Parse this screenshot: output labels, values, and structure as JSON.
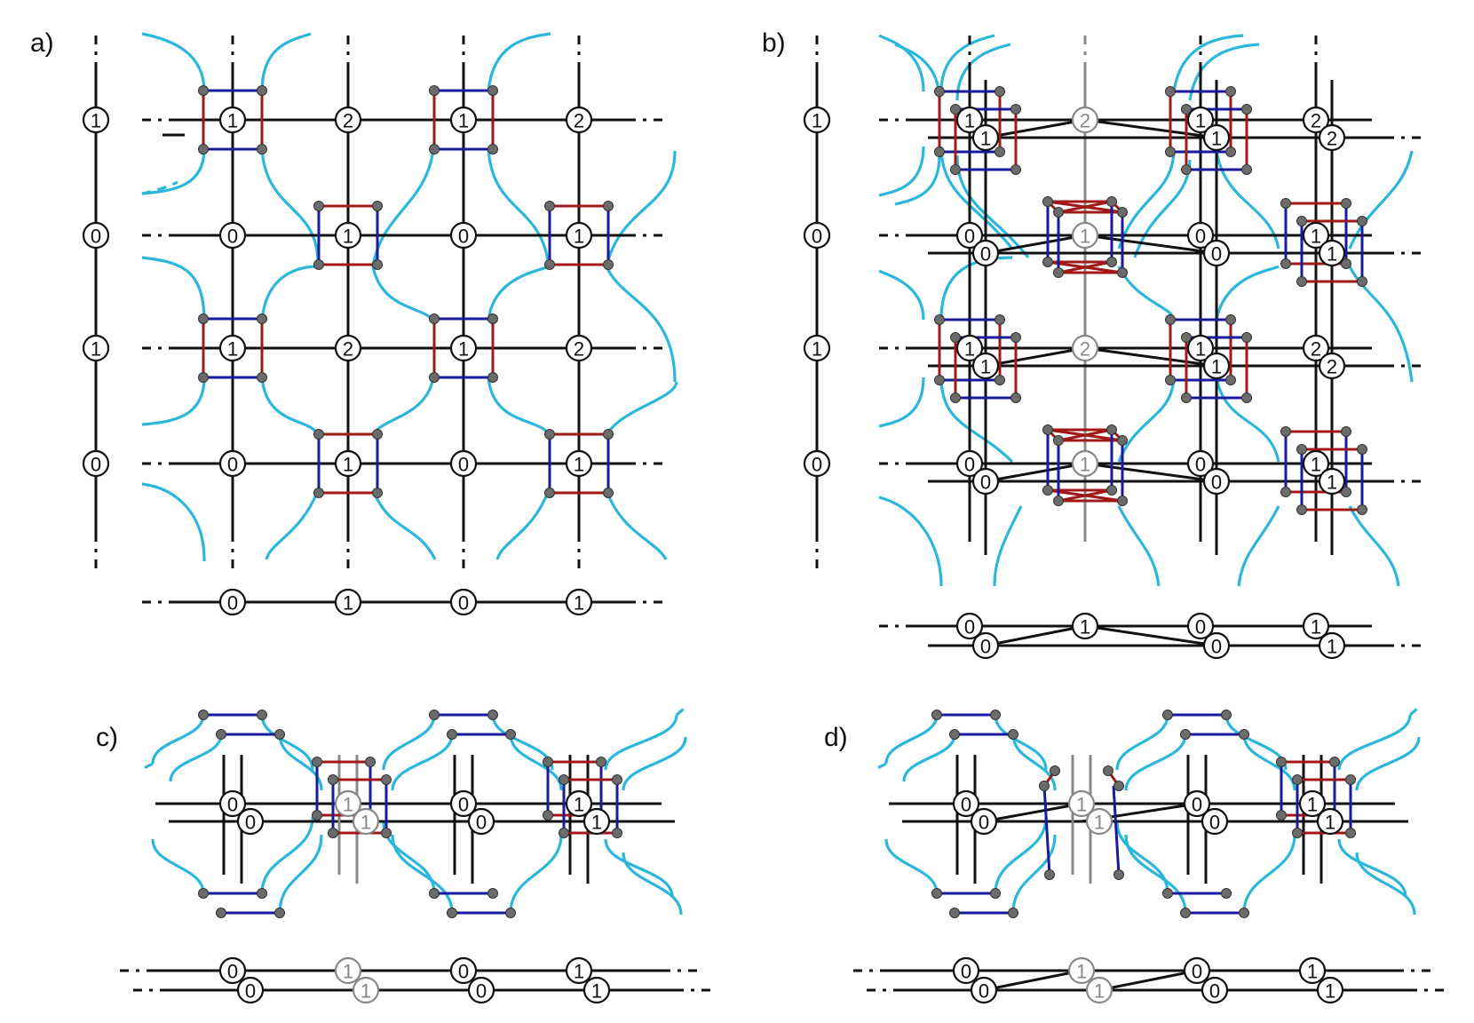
{
  "panels": [
    {
      "id": "a",
      "label": "a)"
    },
    {
      "id": "b",
      "label": "b)"
    },
    {
      "id": "c",
      "label": "c)"
    },
    {
      "id": "d",
      "label": "d)"
    }
  ],
  "colors": {
    "bond": "#111111",
    "faded": "#888888",
    "red_link": "#a01818",
    "blue_link": "#1a1a9c",
    "cyan_curve": "#2bb7dc",
    "dot": "#6b6b6b"
  },
  "node_values": {
    "a_grid_rows": [
      [
        "1",
        "2",
        "1",
        "2"
      ],
      [
        "0",
        "1",
        "0",
        "1"
      ],
      [
        "1",
        "2",
        "1",
        "2"
      ],
      [
        "0",
        "1",
        "0",
        "1"
      ]
    ],
    "a_left_column": [
      "1",
      "0",
      "1",
      "0"
    ],
    "a_bottom_row": [
      "0",
      "1",
      "0",
      "1"
    ],
    "b_left_column": [
      "1",
      "0",
      "1",
      "0"
    ],
    "b_bottom_row": [
      "0",
      "1",
      "0",
      "1"
    ],
    "b_bottom_row_shifted": [
      "0",
      "0",
      "1"
    ],
    "c_main": [
      "0",
      "1",
      "0",
      "1"
    ],
    "c_shifted": [
      "0",
      "1",
      "0",
      "1"
    ],
    "c_bottom_top": [
      "0",
      "1",
      "0",
      "1"
    ],
    "c_bottom_bottom": [
      "0",
      "1",
      "0",
      "1"
    ],
    "d_main": [
      "0",
      "1",
      "0",
      "1"
    ],
    "d_shifted": [
      "0",
      "1",
      "0",
      "1"
    ],
    "d_bottom_top": [
      "0",
      "1",
      "0",
      "1"
    ],
    "d_bottom_bottom": [
      "0",
      "1",
      "0",
      "1"
    ]
  }
}
